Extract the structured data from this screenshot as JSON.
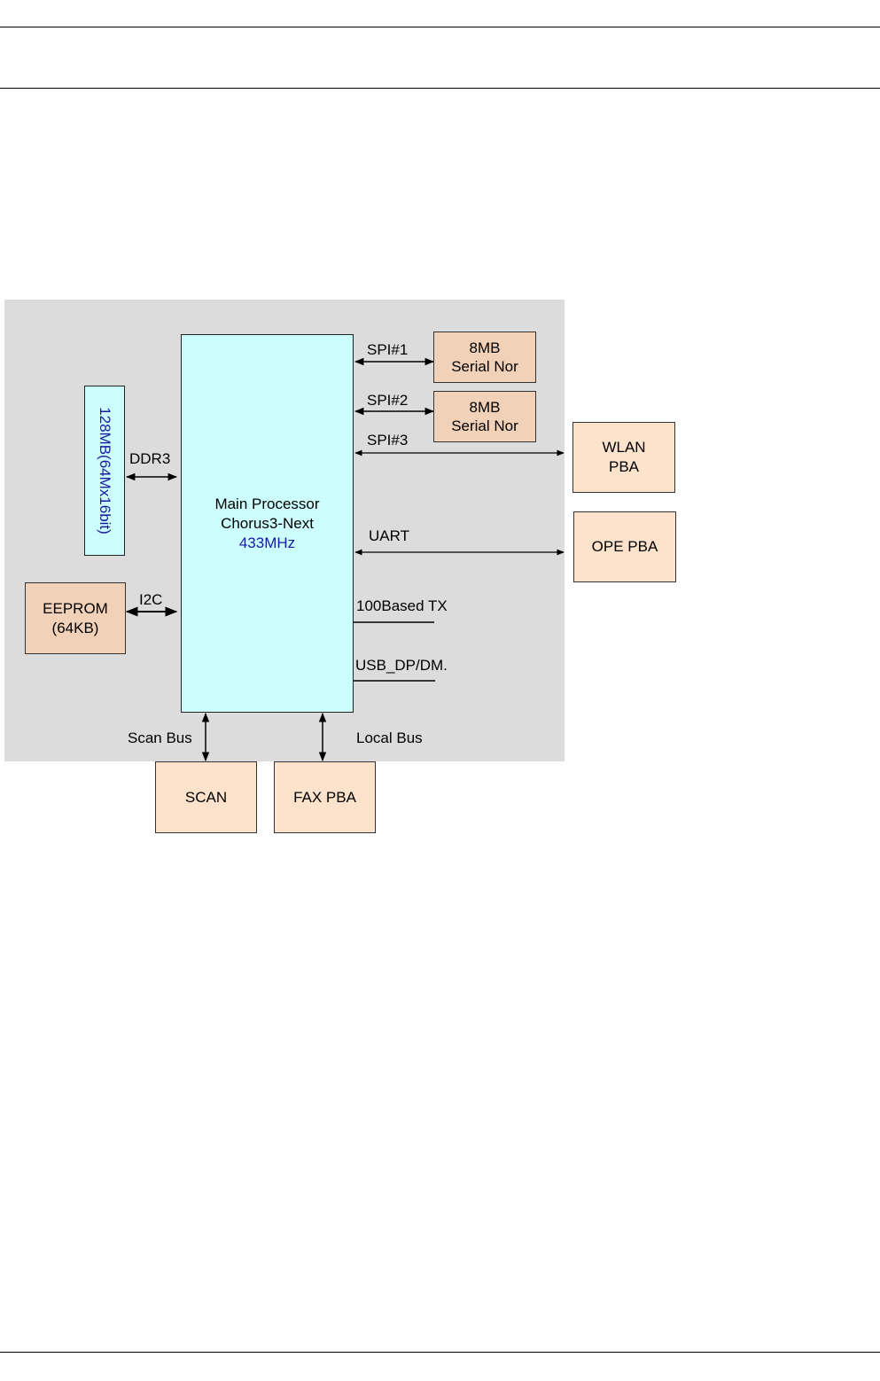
{
  "diagram": {
    "cpu": {
      "line1": "Main Processor",
      "line2": "Chorus3-Next",
      "freq": "433MHz"
    },
    "memory": {
      "label": "128MB(64Mx16bit)"
    },
    "eeprom": {
      "line1": "EEPROM",
      "line2": "(64KB)"
    },
    "nor1": {
      "line1": "8MB",
      "line2": "Serial Nor"
    },
    "nor2": {
      "line1": "8MB",
      "line2": "Serial Nor"
    },
    "wlan": {
      "line1": "WLAN",
      "line2": "PBA"
    },
    "ope": {
      "label": "OPE PBA"
    },
    "scan": {
      "label": "SCAN"
    },
    "fax": {
      "label": "FAX PBA"
    },
    "buses": {
      "spi1": "SPI#1",
      "spi2": "SPI#2",
      "spi3": "SPI#3",
      "ddr3": "DDR3",
      "i2c": "I2C",
      "uart": "UART",
      "eth": "100Based TX",
      "usb": "USB_DP/DM.",
      "scan_bus": "Scan Bus",
      "local_bus": "Local Bus"
    },
    "colors": {
      "panel": "#dcdcdc",
      "cpu_fill": "#ccfefe",
      "box_fill": "#fde3cc",
      "nor_fill": "#f1d1b8",
      "freq_text": "#1a1aa0"
    }
  }
}
